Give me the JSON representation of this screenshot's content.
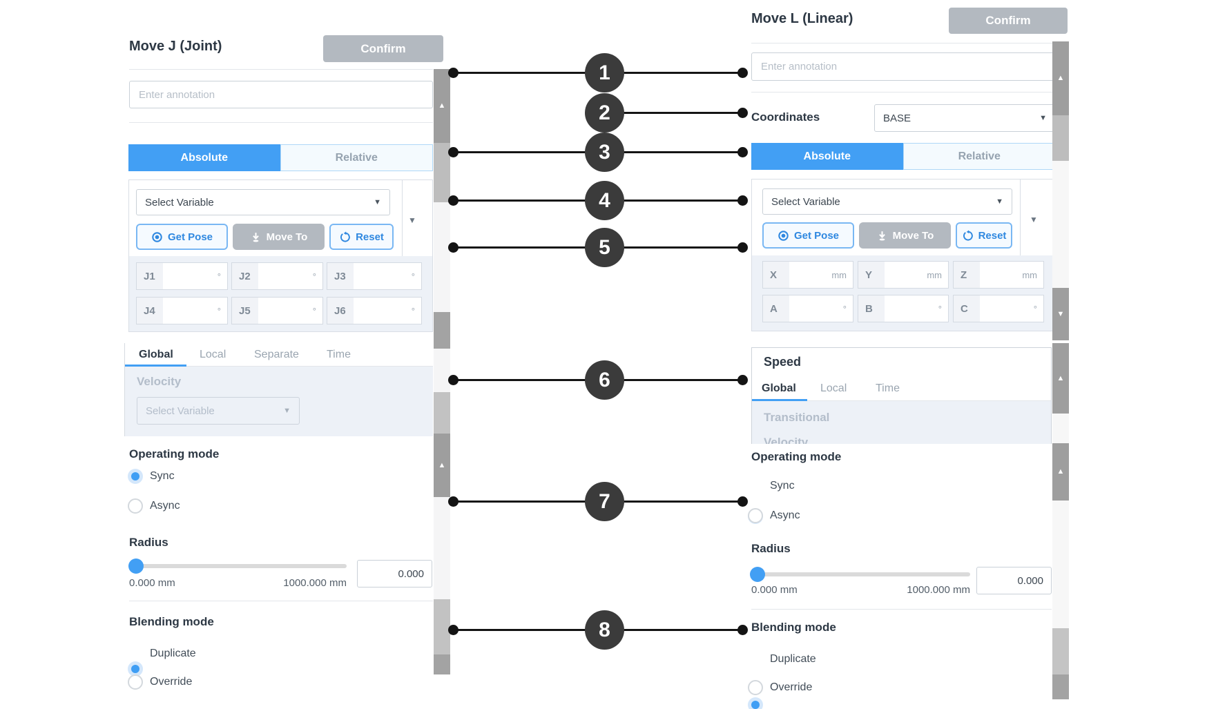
{
  "icons": {
    "dropdown": "▼",
    "scroll_up": "▲",
    "scroll_down": "▼"
  },
  "colors": {
    "accent_blue": "#429ff4",
    "button_gray": "#b3b9c0",
    "callout_dark": "#3b3b3b"
  },
  "callouts": {
    "numbers": [
      "1",
      "2",
      "3",
      "4",
      "5",
      "6",
      "7",
      "8"
    ]
  },
  "left_panel": {
    "title": "Move J (Joint)",
    "confirm": "Confirm",
    "annotation_placeholder": "Enter annotation",
    "mode_tabs": {
      "absolute": "Absolute",
      "relative": "Relative",
      "selected": "Absolute"
    },
    "variable": {
      "select_placeholder": "Select Variable",
      "get_pose": "Get Pose",
      "move_to": "Move To",
      "reset": "Reset"
    },
    "joints": [
      {
        "label": "J1",
        "unit": "°"
      },
      {
        "label": "J2",
        "unit": "°"
      },
      {
        "label": "J3",
        "unit": "°"
      },
      {
        "label": "J4",
        "unit": "°"
      },
      {
        "label": "J5",
        "unit": "°"
      },
      {
        "label": "J6",
        "unit": "°"
      }
    ],
    "speed": {
      "tabs": [
        {
          "label": "Global"
        },
        {
          "label": "Local"
        },
        {
          "label": "Separate"
        },
        {
          "label": "Time"
        }
      ],
      "active_tab": "Global",
      "velocity_label": "Velocity",
      "velocity_placeholder": "Select Variable"
    },
    "operating_mode": {
      "heading": "Operating mode",
      "sync": "Sync",
      "async": "Async",
      "selected": "Sync"
    },
    "radius": {
      "heading": "Radius",
      "min_label": "0.000 mm",
      "max_label": "1000.000 mm",
      "value": "0.000"
    },
    "blending": {
      "heading": "Blending mode",
      "duplicate": "Duplicate",
      "override": "Override",
      "selected": "Duplicate"
    }
  },
  "right_panel": {
    "title": "Move L (Linear)",
    "confirm": "Confirm",
    "annotation_placeholder": "Enter annotation",
    "coordinates": {
      "label": "Coordinates",
      "value": "BASE"
    },
    "mode_tabs": {
      "absolute": "Absolute",
      "relative": "Relative",
      "selected": "Absolute"
    },
    "variable": {
      "select_placeholder": "Select Variable",
      "get_pose": "Get Pose",
      "move_to": "Move To",
      "reset": "Reset"
    },
    "pose": [
      {
        "label": "X",
        "unit": "mm"
      },
      {
        "label": "Y",
        "unit": "mm"
      },
      {
        "label": "Z",
        "unit": "mm"
      },
      {
        "label": "A",
        "unit": "°"
      },
      {
        "label": "B",
        "unit": "°"
      },
      {
        "label": "C",
        "unit": "°"
      }
    ],
    "speed": {
      "heading": "Speed",
      "tabs": [
        {
          "label": "Global"
        },
        {
          "label": "Local"
        },
        {
          "label": "Time"
        }
      ],
      "active_tab": "Global",
      "transitional_label": "Transitional",
      "clipped_label": "Velocity"
    },
    "operating_mode": {
      "heading": "Operating mode",
      "sync": "Sync",
      "async": "Async",
      "selected": "Sync"
    },
    "radius": {
      "heading": "Radius",
      "min_label": "0.000 mm",
      "max_label": "1000.000 mm",
      "value": "0.000"
    },
    "blending": {
      "heading": "Blending mode",
      "duplicate": "Duplicate",
      "override": "Override",
      "selected": "Duplicate"
    }
  }
}
